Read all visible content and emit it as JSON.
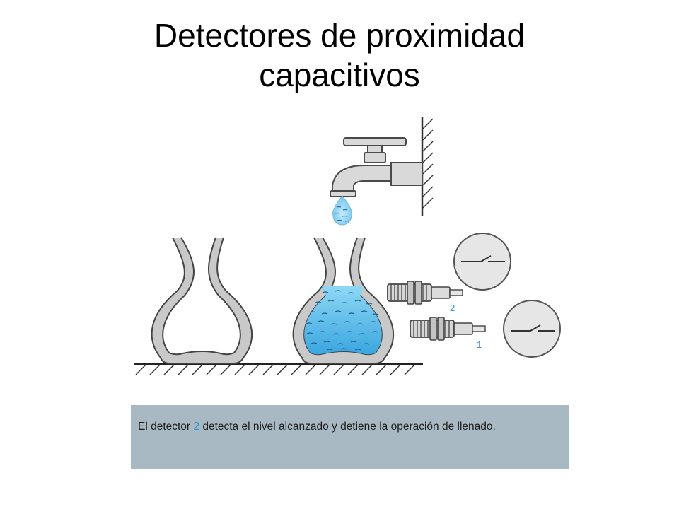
{
  "title": {
    "line1": "Detectores de proximidad",
    "line2": "capacitivos"
  },
  "labels": {
    "sensor_top": "2",
    "sensor_bottom": "1"
  },
  "caption": {
    "before": "El detector ",
    "highlight": "2",
    "after": " detecta el nivel alcanzado y detiene la operación de llenado."
  },
  "colors": {
    "water": "#5fbde8",
    "glass": "#c9c9c9",
    "caption_bg": "#a9b9c3",
    "highlight": "#2b8fd8"
  }
}
